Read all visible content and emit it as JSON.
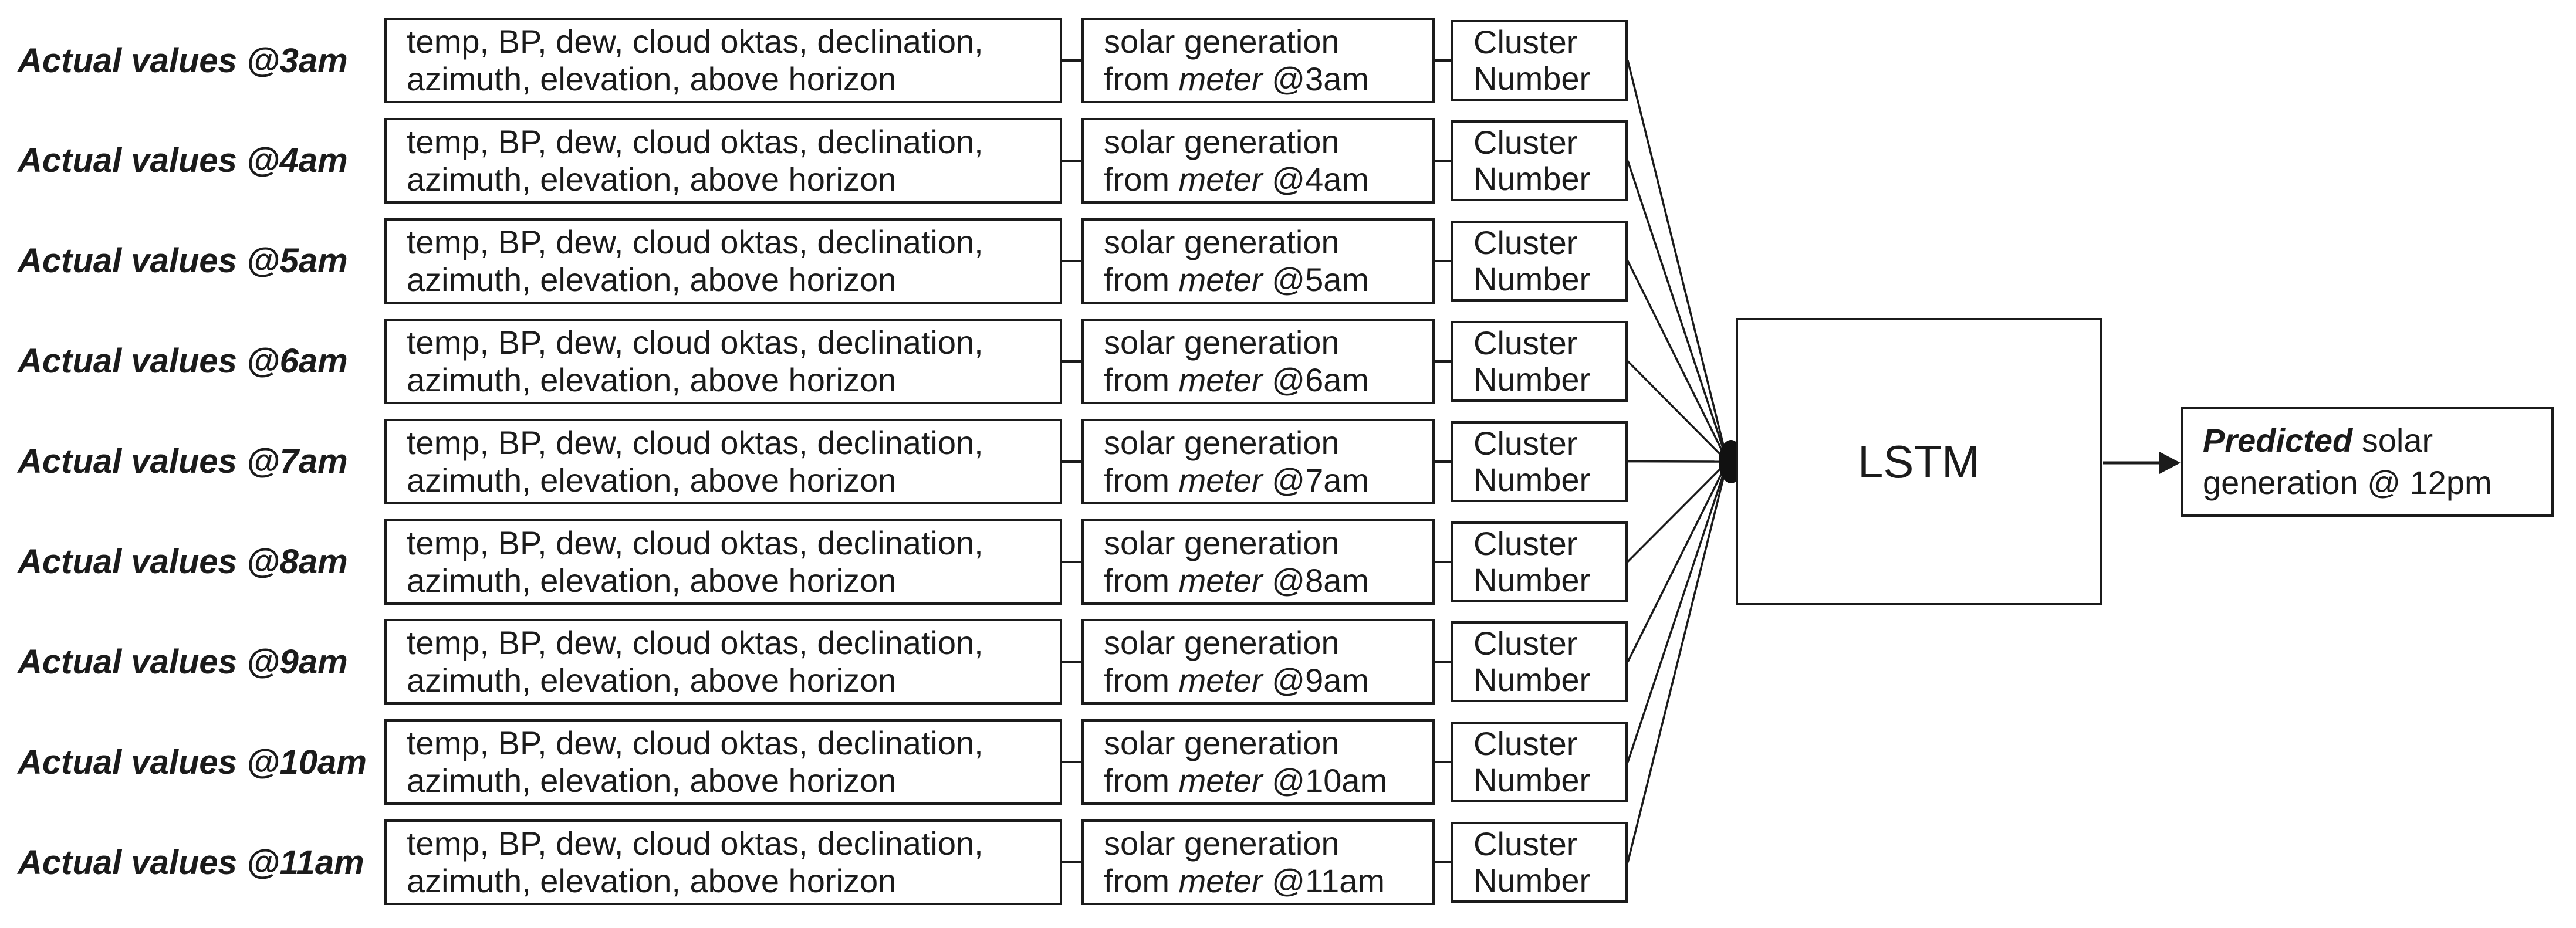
{
  "diagram": {
    "rows": [
      {
        "label": "Actual values @3am",
        "weather_line1": "temp, BP, dew, cloud oktas, declination,",
        "weather_line2": "azimuth, elevation, above horizon",
        "solar_line1": "solar generation",
        "solar_from": "from",
        "solar_meter": "meter",
        "solar_time": "@3am",
        "cluster_line1": "Cluster",
        "cluster_line2": "Number"
      },
      {
        "label": "Actual values @4am",
        "weather_line1": "temp, BP, dew, cloud oktas, declination,",
        "weather_line2": "azimuth, elevation, above horizon",
        "solar_line1": "solar generation",
        "solar_from": "from",
        "solar_meter": "meter",
        "solar_time": "@4am",
        "cluster_line1": "Cluster",
        "cluster_line2": "Number"
      },
      {
        "label": "Actual values @5am",
        "weather_line1": "temp, BP, dew, cloud oktas, declination,",
        "weather_line2": "azimuth, elevation, above horizon",
        "solar_line1": "solar generation",
        "solar_from": "from",
        "solar_meter": "meter",
        "solar_time": "@5am",
        "cluster_line1": "Cluster",
        "cluster_line2": "Number"
      },
      {
        "label": "Actual values @6am",
        "weather_line1": "temp, BP, dew, cloud oktas, declination,",
        "weather_line2": "azimuth, elevation, above horizon",
        "solar_line1": "solar generation",
        "solar_from": "from",
        "solar_meter": "meter",
        "solar_time": "@6am",
        "cluster_line1": "Cluster",
        "cluster_line2": "Number"
      },
      {
        "label": "Actual values @7am",
        "weather_line1": "temp, BP, dew, cloud oktas, declination,",
        "weather_line2": "azimuth, elevation, above horizon",
        "solar_line1": "solar generation",
        "solar_from": "from",
        "solar_meter": "meter",
        "solar_time": "@7am",
        "cluster_line1": "Cluster",
        "cluster_line2": "Number"
      },
      {
        "label": "Actual values @8am",
        "weather_line1": "temp, BP, dew, cloud oktas, declination,",
        "weather_line2": "azimuth, elevation, above horizon",
        "solar_line1": "solar generation",
        "solar_from": "from",
        "solar_meter": "meter",
        "solar_time": "@8am",
        "cluster_line1": "Cluster",
        "cluster_line2": "Number"
      },
      {
        "label": "Actual values @9am",
        "weather_line1": "temp, BP, dew, cloud oktas, declination,",
        "weather_line2": "azimuth, elevation, above horizon",
        "solar_line1": "solar generation",
        "solar_from": "from",
        "solar_meter": "meter",
        "solar_time": "@9am",
        "cluster_line1": "Cluster",
        "cluster_line2": "Number"
      },
      {
        "label": "Actual values @10am",
        "weather_line1": "temp, BP, dew, cloud oktas, declination,",
        "weather_line2": "azimuth, elevation, above horizon",
        "solar_line1": "solar generation",
        "solar_from": "from",
        "solar_meter": "meter",
        "solar_time": "@10am",
        "cluster_line1": "Cluster",
        "cluster_line2": "Number"
      },
      {
        "label": "Actual values @11am",
        "weather_line1": "temp, BP, dew, cloud oktas, declination,",
        "weather_line2": "azimuth, elevation, above horizon",
        "solar_line1": "solar generation",
        "solar_from": "from",
        "solar_meter": "meter",
        "solar_time": "@11am",
        "cluster_line1": "Cluster",
        "cluster_line2": "Number"
      }
    ],
    "lstm_label": "LSTM",
    "predicted_word": "Predicted",
    "predicted_rest": "solar generation @ 12pm",
    "colors": {
      "ink": "#1b1b1b",
      "background": "#ffffff"
    }
  }
}
